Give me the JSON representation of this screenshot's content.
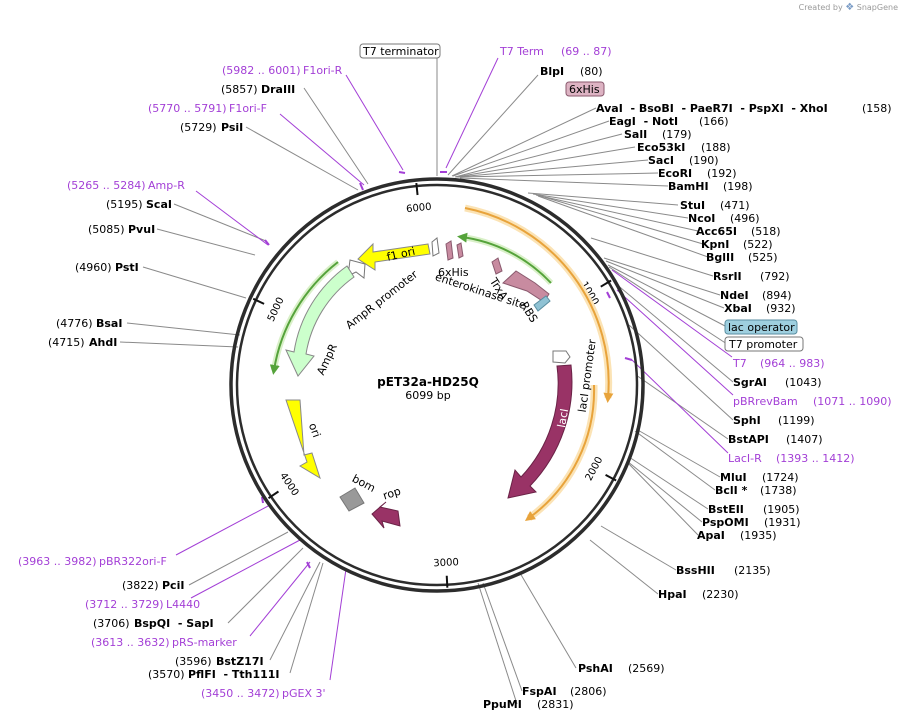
{
  "credit": {
    "prefix": "Created by",
    "brand": "SnapGene"
  },
  "plasmid": {
    "name": "pET32a-HD25Q",
    "length_label": "6099 bp",
    "length": 6099
  },
  "ticks": [
    {
      "label": "1000",
      "pos": 1000
    },
    {
      "label": "2000",
      "pos": 2000
    },
    {
      "label": "3000",
      "pos": 3000
    },
    {
      "label": "4000",
      "pos": 4000
    },
    {
      "label": "5000",
      "pos": 5000
    },
    {
      "label": "6000",
      "pos": 6000
    }
  ],
  "features": [
    {
      "label": "TrxA",
      "color": "#c88ba0"
    },
    {
      "label": "RBS",
      "color": "#8fc2d4"
    },
    {
      "label": "enterokinase site",
      "color": "#ffffff"
    },
    {
      "label": "6xHis",
      "color": "#c88ba0"
    },
    {
      "label": "f1 ori",
      "color": "#ffff00"
    },
    {
      "label": "AmpR promoter",
      "color": "#ffffff"
    },
    {
      "label": "AmpR",
      "color": "#ccffcc"
    },
    {
      "label": "ori",
      "color": "#ffff00"
    },
    {
      "label": "bom",
      "color": "#999999"
    },
    {
      "label": "rop",
      "color": "#993366"
    },
    {
      "label": "lacI promoter",
      "color": "#ffffff"
    },
    {
      "label": "lacI",
      "color": "#993366"
    }
  ],
  "labels_right": [
    {
      "name": "T7 terminator",
      "coords": "",
      "kind": "box"
    },
    {
      "name": "T7 Term",
      "coords": "(69 .. 87)",
      "kind": "primer"
    },
    {
      "name": "BlpI",
      "coords": "(80)",
      "kind": "site"
    },
    {
      "name": "6xHis",
      "coords": "",
      "kind": "pinkbox"
    },
    {
      "name": "AvaI  - BsoBI  - PaeR7I  - PspXI  - XhoI",
      "coords": "(158)",
      "kind": "site"
    },
    {
      "name": "EagI  - NotI",
      "coords": "(166)",
      "kind": "site"
    },
    {
      "name": "SalI",
      "coords": "(179)",
      "kind": "site"
    },
    {
      "name": "Eco53kI",
      "coords": "(188)",
      "kind": "site"
    },
    {
      "name": "SacI",
      "coords": "(190)",
      "kind": "site"
    },
    {
      "name": "EcoRI",
      "coords": "(192)",
      "kind": "site"
    },
    {
      "name": "BamHI",
      "coords": "(198)",
      "kind": "site"
    },
    {
      "name": "StuI",
      "coords": "(471)",
      "kind": "site"
    },
    {
      "name": "NcoI",
      "coords": "(496)",
      "kind": "site"
    },
    {
      "name": "Acc65I",
      "coords": "(518)",
      "kind": "site"
    },
    {
      "name": "KpnI",
      "coords": "(522)",
      "kind": "site"
    },
    {
      "name": "BglII",
      "coords": "(525)",
      "kind": "site"
    },
    {
      "name": "RsrII",
      "coords": "(792)",
      "kind": "site"
    },
    {
      "name": "NdeI",
      "coords": "(894)",
      "kind": "site"
    },
    {
      "name": "XbaI",
      "coords": "(932)",
      "kind": "site"
    },
    {
      "name": "lac operator",
      "coords": "",
      "kind": "bluebox"
    },
    {
      "name": "T7 promoter",
      "coords": "",
      "kind": "box"
    },
    {
      "name": "T7",
      "coords": "(964 .. 983)",
      "kind": "primer"
    },
    {
      "name": "SgrAI",
      "coords": "(1043)",
      "kind": "site"
    },
    {
      "name": "pBRrevBam",
      "coords": "(1071 .. 1090)",
      "kind": "primer"
    },
    {
      "name": "SphI",
      "coords": "(1199)",
      "kind": "site"
    },
    {
      "name": "BstAPI",
      "coords": "(1407)",
      "kind": "site"
    },
    {
      "name": "LacI-R",
      "coords": "(1393 .. 1412)",
      "kind": "primer"
    },
    {
      "name": "MluI",
      "coords": "(1724)",
      "kind": "site"
    },
    {
      "name": "BclI *",
      "coords": "(1738)",
      "kind": "site"
    },
    {
      "name": "BstEII",
      "coords": "(1905)",
      "kind": "site"
    },
    {
      "name": "PspOMI",
      "coords": "(1931)",
      "kind": "site"
    },
    {
      "name": "ApaI",
      "coords": "(1935)",
      "kind": "site"
    },
    {
      "name": "BssHII",
      "coords": "(2135)",
      "kind": "site"
    },
    {
      "name": "HpaI",
      "coords": "(2230)",
      "kind": "site"
    },
    {
      "name": "PshAI",
      "coords": "(2569)",
      "kind": "site"
    },
    {
      "name": "FspAI",
      "coords": "(2806)",
      "kind": "site"
    },
    {
      "name": "PpuMI",
      "coords": "(2831)",
      "kind": "site"
    }
  ],
  "labels_left": [
    {
      "name": "F1ori-R",
      "coords": "(5982 .. 6001)",
      "kind": "primer"
    },
    {
      "name": "DraIII",
      "coords": "(5857)",
      "kind": "site"
    },
    {
      "name": "F1ori-F",
      "coords": "(5770 .. 5791)",
      "kind": "primer"
    },
    {
      "name": "PsiI",
      "coords": "(5729)",
      "kind": "site"
    },
    {
      "name": "Amp-R",
      "coords": "(5265 .. 5284)",
      "kind": "primer"
    },
    {
      "name": "ScaI",
      "coords": "(5195)",
      "kind": "site"
    },
    {
      "name": "PvuI",
      "coords": "(5085)",
      "kind": "site"
    },
    {
      "name": "PstI",
      "coords": "(4960)",
      "kind": "site"
    },
    {
      "name": "BsaI",
      "coords": "(4776)",
      "kind": "site"
    },
    {
      "name": "AhdI",
      "coords": "(4715)",
      "kind": "site"
    },
    {
      "name": "pBR322ori-F",
      "coords": "(3963 .. 3982)",
      "kind": "primer"
    },
    {
      "name": "PciI",
      "coords": "(3822)",
      "kind": "site"
    },
    {
      "name": "L4440",
      "coords": "(3712 .. 3729)",
      "kind": "primer"
    },
    {
      "name": "BspQI  - SapI",
      "coords": "(3706)",
      "kind": "site"
    },
    {
      "name": "pRS-marker",
      "coords": "(3613 .. 3632)",
      "kind": "primer"
    },
    {
      "name": "BstZ17I",
      "coords": "(3596)",
      "kind": "site"
    },
    {
      "name": "PflFI  - Tth111I",
      "coords": "(3570)",
      "kind": "site"
    },
    {
      "name": "pGEX 3'",
      "coords": "(3450 .. 3472)",
      "kind": "primer"
    }
  ]
}
